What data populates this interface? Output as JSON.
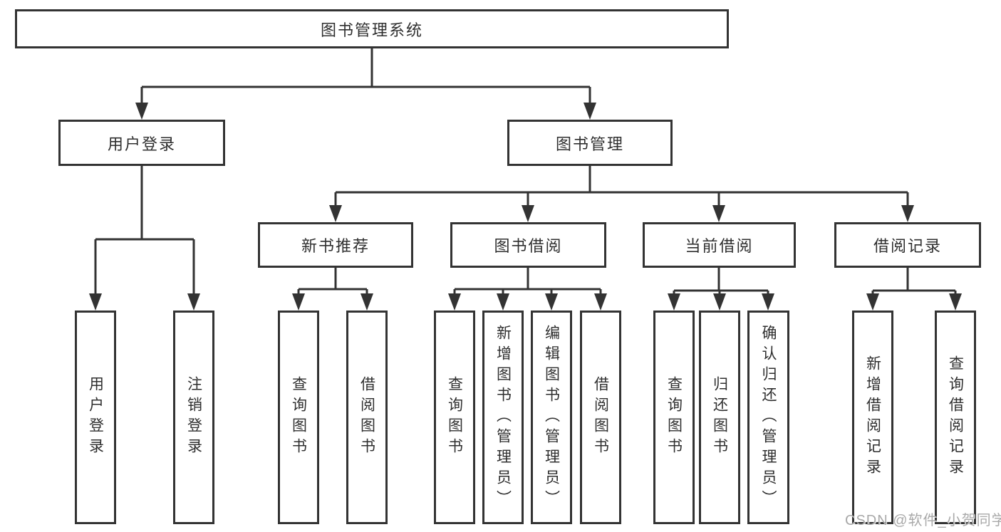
{
  "diagram": {
    "root": {
      "label": "图书管理系统"
    },
    "level2": {
      "user_login": {
        "label": "用户登录"
      },
      "book_management": {
        "label": "图书管理"
      }
    },
    "level3": {
      "new_book_recommend": {
        "label": "新书推荐"
      },
      "book_borrow": {
        "label": "图书借阅"
      },
      "current_borrow": {
        "label": "当前借阅"
      },
      "borrow_record": {
        "label": "借阅记录"
      }
    },
    "leaves": {
      "user_login": [
        "用户登录",
        "注销登录"
      ],
      "new_book_recommend": [
        "查询图书",
        "借阅图书"
      ],
      "book_borrow": [
        "查询图书",
        "新增图书（管理员）",
        "编辑图书（管理员）",
        "借阅图书"
      ],
      "current_borrow": [
        "查询图书",
        "归还图书",
        "确认归还（管理员）"
      ],
      "borrow_record": [
        "新增借阅记录",
        "查询借阅记录"
      ]
    },
    "watermark": "CSDN @软件_小贺同学",
    "colors": {
      "line": "#333333",
      "text": "#2f2f2f",
      "box_background": "#ffffff",
      "watermark": "#a9a9a9"
    }
  }
}
